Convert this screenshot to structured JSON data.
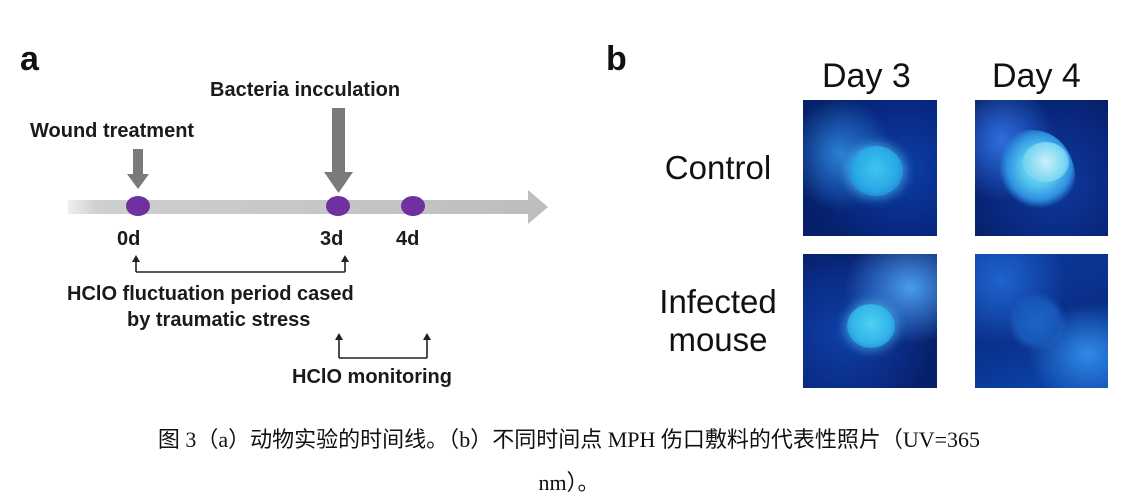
{
  "panel_a": {
    "label": "a",
    "annotations": {
      "wound_treatment": "Wound treatment",
      "bacteria_inoculation": "Bacteria incculation"
    },
    "timeline": {
      "days": [
        "0d",
        "3d",
        "4d"
      ],
      "dot_color": "#7030a0"
    },
    "hclo_fluctuation": [
      "HClO fluctuation period cased",
      "by traumatic stress"
    ],
    "hclo_monitoring": "HClO monitoring"
  },
  "panel_b": {
    "label": "b",
    "columns": [
      "Day 3",
      "Day 4"
    ],
    "rows": [
      {
        "label": [
          "Control"
        ]
      },
      {
        "label": [
          "Infected",
          "mouse"
        ]
      }
    ]
  },
  "caption": {
    "line1": "图 3（a）动物实验的时间线。（b）不同时间点 MPH 伤口敷料的代表性照片（UV=365",
    "line2": "nm）。"
  }
}
